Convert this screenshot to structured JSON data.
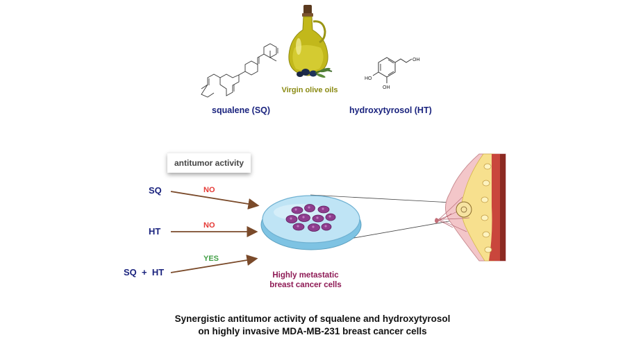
{
  "top": {
    "squalene_label": "squalene (SQ)",
    "olive_label": "Virgin olive oils",
    "ht_label": "hydroxytyrosol (HT)",
    "ht_groups": {
      "oh1": "OH",
      "ho1": "HO",
      "ho2": "OH"
    }
  },
  "activity": {
    "box_label": "antitumor activity",
    "rows": [
      {
        "compound": "SQ",
        "verdict": "NO"
      },
      {
        "compound": "HT",
        "verdict": "NO"
      },
      {
        "compound": "SQ  +  HT",
        "verdict": "YES"
      }
    ]
  },
  "cells": {
    "label_line1": "Highly metastatic",
    "label_line2": "breast cancer cells"
  },
  "caption": {
    "line1": "Synergistic antitumor activity of squalene and hydroxytyrosol",
    "line2": "on highly invasive MDA-MB-231 breast cancer cells"
  },
  "colors": {
    "compound_blue": "#1a237e",
    "no_red": "#e53935",
    "yes_green": "#43a047",
    "arrow_brown": "#7a4a2a",
    "cell_purple": "#8e3d8e",
    "dish_blue": "#a9d8f0"
  }
}
